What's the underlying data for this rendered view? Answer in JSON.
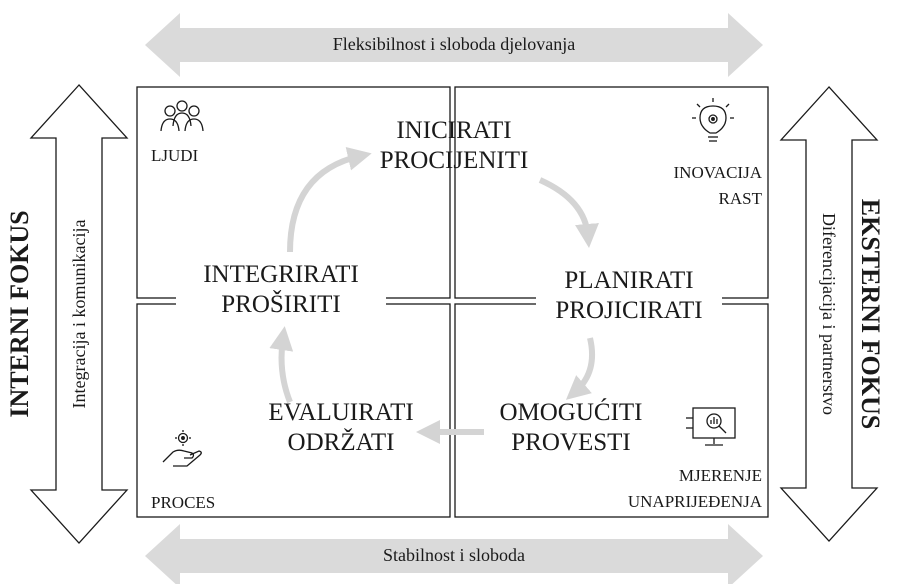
{
  "top_band": "Fleksibilnost  i sloboda djelovanja",
  "bottom_band": "Stabilnost i sloboda",
  "left_outer": "INTERNI FOKUS",
  "left_inner": "Integracija i komunikacija",
  "right_outer": "EKSTERNI FOKUS",
  "right_inner": "Diferencijacija i partnerstvo",
  "quadrants": {
    "top_left": "LJUDI",
    "top_right": [
      "INOVACIJA",
      "RAST"
    ],
    "bottom_left": "PROCES",
    "bottom_right": [
      "MJERENJE",
      "UNAPRIJEĐENJA"
    ]
  },
  "phases": {
    "top": [
      "INICIRATI",
      "PROCIJENITI"
    ],
    "right": [
      "PLANIRATI",
      "PROJICIRATI"
    ],
    "bottom_right": [
      "OMOGUĆITI",
      "PROVESTI"
    ],
    "bottom_left": [
      "EVALUIRATI",
      "ODRŽATI"
    ],
    "left": [
      "INTEGRIRATI",
      "PROŠIRITI"
    ]
  },
  "icons": {
    "top_left": "people-icon",
    "top_right": "lightbulb-gear-icon",
    "bottom_left": "hand-gear-icon",
    "bottom_right": "monitor-magnifier-icon"
  },
  "colors": {
    "band_fill": "#dadada",
    "cycle_arrow": "#d4d4d4",
    "line": "#1a1a1a"
  }
}
